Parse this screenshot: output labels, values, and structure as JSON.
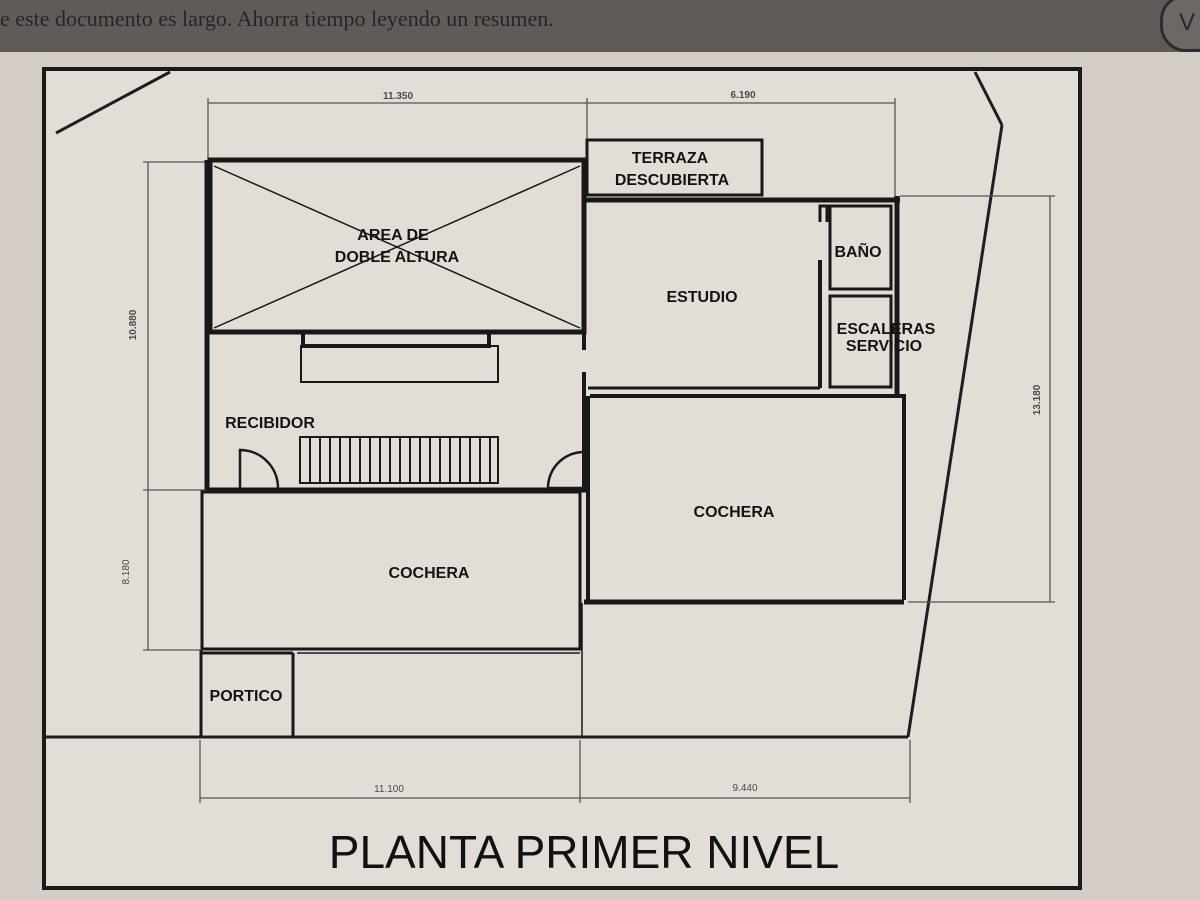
{
  "banner": {
    "message": "e este documento es largo. Ahorra tiempo leyendo un resumen.",
    "button_label": "V"
  },
  "plan": {
    "title": "PLANTA PRIMER NIVEL",
    "rooms": {
      "terraza": "TERRAZA",
      "descubierta": "DESCUBIERTA",
      "area_de": "AREA DE",
      "doble_altura": "DOBLE ALTURA",
      "estudio": "ESTUDIO",
      "bano": "BAÑO",
      "escaleras": "ESCALERAS",
      "servicio": "SERVICIO",
      "recibidor": "RECIBIDOR",
      "cochera_left": "COCHERA",
      "cochera_right": "COCHERA",
      "portico": "PORTICO"
    },
    "dimensions": {
      "top_left": "11.350",
      "top_right": "6.190",
      "left_upper": "10.880",
      "left_lower": "8.180",
      "right": "13.180",
      "bottom_left": "11.100",
      "bottom_right": "9.440"
    }
  }
}
